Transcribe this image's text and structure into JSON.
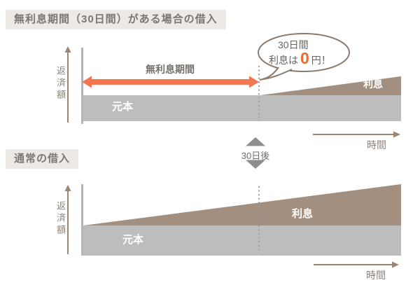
{
  "colors": {
    "accent_orange": "#F2764F",
    "zero_orange": "#ED6A2E",
    "interest_brown": "#A28F80",
    "principal_gray": "#BDBDBD",
    "axis_brown": "#9C8573",
    "divider_gray": "#8E8E8E",
    "title_background": "#EDEAE6"
  },
  "top_section": {
    "title": "無利息期間（30日間）がある場合の借入",
    "interest_free_period_label": "無利息期間",
    "y_axis_label": "返済額",
    "x_axis_label": "時間",
    "principal_label": "元本",
    "interest_label": "利息",
    "bubble": {
      "line1": "30日間",
      "line2_prefix": "利息は",
      "zero": "0",
      "line2_suffix": "円！"
    }
  },
  "divider": {
    "label": "30日後"
  },
  "bottom_section": {
    "title": "通常の借入",
    "y_axis_label": "返済額",
    "x_axis_label": "時間",
    "principal_label": "元本",
    "interest_label": "利息"
  }
}
